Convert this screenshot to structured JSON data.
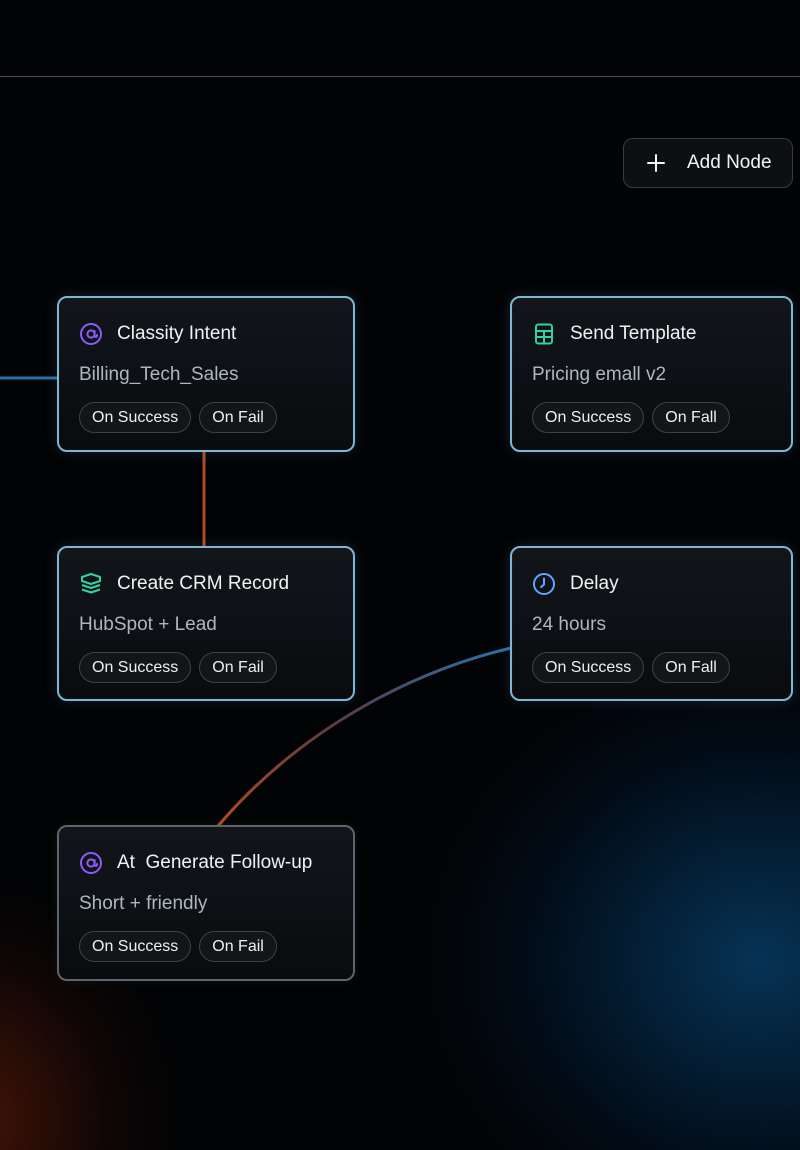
{
  "toolbar": {
    "add_node_label": "Add Node"
  },
  "colors": {
    "node_border": "#7fb6d4",
    "edge_orange": "#c0522a",
    "edge_blue": "#2b6fa8",
    "canvas_bg": "#020305"
  },
  "nodes": [
    {
      "title": "Classity Intent",
      "subtitle": "Billing_Tech_Sales",
      "icon": "at-sign-icon",
      "ports": [
        "On Success",
        "On Fail"
      ]
    },
    {
      "title": "Send Template",
      "subtitle": "Pricing emall v2",
      "icon": "template-icon",
      "ports": [
        "On Success",
        "On Fall"
      ]
    },
    {
      "title": "Create CRM Record",
      "subtitle": "HubSpot + Lead",
      "icon": "layers-icon",
      "ports": [
        "On Success",
        "On Fail"
      ]
    },
    {
      "title": "Delay",
      "subtitle": "24 hours",
      "icon": "clock-icon",
      "ports": [
        "On Success",
        "On Fall"
      ]
    },
    {
      "title": "At  Generate Follow-up",
      "subtitle": "Short + friendly",
      "icon": "at-sign-icon",
      "ports": [
        "On Success",
        "On Fail"
      ]
    }
  ]
}
